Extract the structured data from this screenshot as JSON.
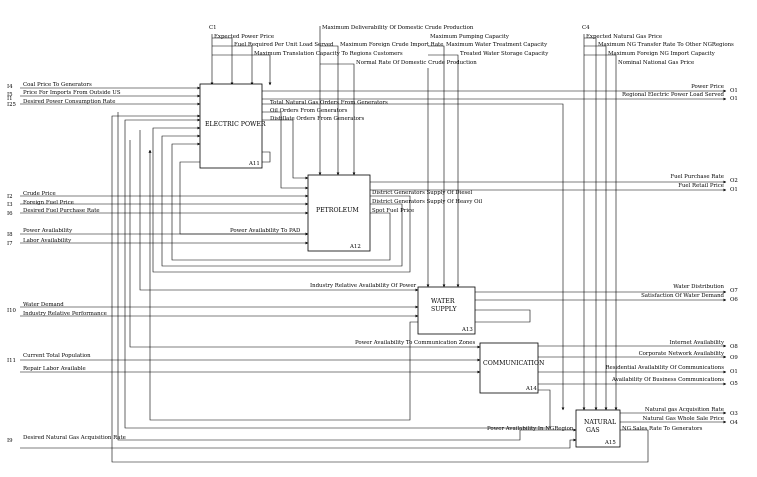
{
  "diagram": {
    "boxes": {
      "electric": {
        "name": "ELECTRIC POWER",
        "node": "A11"
      },
      "petroleum": {
        "name": "PETROLEUM",
        "node": "A12"
      },
      "water": {
        "name_line1": "WATER",
        "name_line2": "SUPPLY",
        "node": "A13"
      },
      "comm": {
        "name": "COMMUNICATION",
        "node": "A14"
      },
      "ng": {
        "name_line1": "NATURAL",
        "name_line2": "GAS",
        "node": "A15"
      }
    },
    "controls": {
      "c1": {
        "code": "C1",
        "labels": [
          "Expected Power Price",
          "Fuel Required Per Unit Load Served",
          "Maximum Translation Capacity To Regions Customers"
        ]
      },
      "mid": {
        "labels": [
          "Maximum Deliverability Of Domestic Crude Production",
          "Maximum Foreign Crude Import Rate",
          "Normal Rate Of Domestic Crude Production"
        ]
      },
      "water": {
        "labels": [
          "Maximum Pumping Capacity",
          "Maximum Water Treatment Capacity",
          "Treated Water Storage Capacity"
        ]
      },
      "c4": {
        "code": "C4",
        "labels": [
          "Expected Natural Gas Price",
          "Maximum NG Transfer Rate To Other NGRegions",
          "Maximum Foreign NG Import Capacity",
          "Nominal National Gas Price"
        ]
      }
    },
    "inputs": [
      {
        "code": "I4",
        "label": "Coal Price To Generators"
      },
      {
        "code": "I5",
        "label": "Price For Imports From Outside US"
      },
      {
        "code": "I1",
        "label": ""
      },
      {
        "code": "I25",
        "label": "Desired Power Consumption Rate"
      },
      {
        "code": "I2",
        "label": "Crude Price"
      },
      {
        "code": "I3",
        "label": "Foreign Fuel Price"
      },
      {
        "code": "I6",
        "label": "Desired Fuel Purchase Rate"
      },
      {
        "code": "I8",
        "label": "Power Availability"
      },
      {
        "code": "I7",
        "label": "Labor Availability"
      },
      {
        "code": "I10",
        "label": "Water Demand"
      },
      {
        "code": "",
        "label": "Industry Relative Performance"
      },
      {
        "code": "I11",
        "label": "Current Total Population"
      },
      {
        "code": "",
        "label": "Repair Labor Available"
      },
      {
        "code": "I9",
        "label": "Desired Natural Gas Acquisition Rate"
      }
    ],
    "outputs": [
      {
        "code": "O1",
        "label": "Power Price"
      },
      {
        "code": "O1",
        "label": "Regional Electric Power Load Served"
      },
      {
        "code": "O2",
        "label": "Fuel Purchase Rate"
      },
      {
        "code": "O1",
        "label": "Fuel Retail Price"
      },
      {
        "code": "O7",
        "label": "Water Distribution"
      },
      {
        "code": "O6",
        "label": "Satisfaction Of Water Demand"
      },
      {
        "code": "O8",
        "label": "Internet Availability"
      },
      {
        "code": "O9",
        "label": "Corporate Network Availability"
      },
      {
        "code": "O1",
        "label": "Residential Availability Of Communications"
      },
      {
        "code": "O5",
        "label": "Availability Of Business Communications"
      },
      {
        "code": "O3",
        "label": "Natural gas Acquisition Rate"
      },
      {
        "code": "O4",
        "label": "Natural Gas Whole Sale Price"
      }
    ],
    "internal": {
      "ep_out1": "Total Natural Gas Orders From Generators",
      "ep_out2": "Oil Orders From Generators",
      "ep_out3": "Distillate Orders From Generators",
      "pet_out1": "District Generators Supply Of Diesel",
      "pet_out2": "District Generators Supply Of Heavy Oil",
      "pet_out3": "Spot Fuel Price",
      "power_pad": "Power Availability To PAD",
      "industry_power": "Industry Relative Availability Of Power",
      "power_comm": "Power Availability To Communication Zones",
      "power_ng": "Power Availability In NGRegion",
      "ng_sales": "NG Sales Rate To Generators"
    }
  }
}
